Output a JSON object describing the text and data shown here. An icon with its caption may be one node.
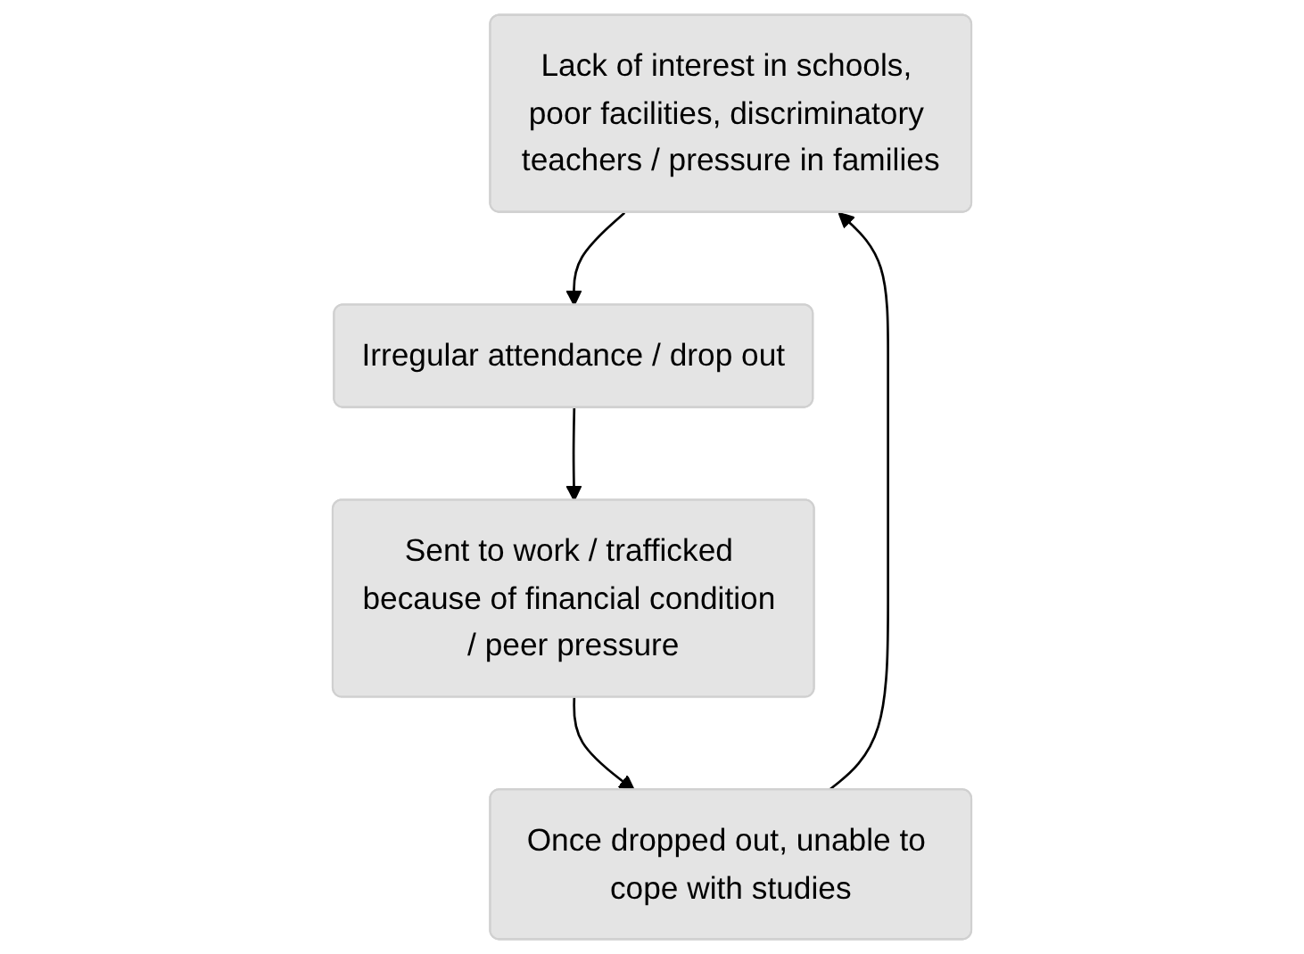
{
  "diagram": {
    "nodes": [
      {
        "text": [
          "Lack of interest in schools, poor facilities, discriminatory teachers / pressure in families"
        ]
      },
      {
        "text": [
          "Irregular attendance / drop out"
        ]
      },
      {
        "text": [
          "Sent to work / trafficked because of financial condition / peer pressure"
        ]
      },
      {
        "text": [
          "Once dropped out, unable to cope with studies"
        ]
      }
    ],
    "edges": [
      {
        "from": 0,
        "to": 1,
        "arrow": "to"
      },
      {
        "from": 1,
        "to": 2,
        "arrow": "to"
      },
      {
        "from": 2,
        "to": 3,
        "arrow": "to"
      },
      {
        "from": 3,
        "to": 0,
        "arrow": "to"
      }
    ]
  }
}
